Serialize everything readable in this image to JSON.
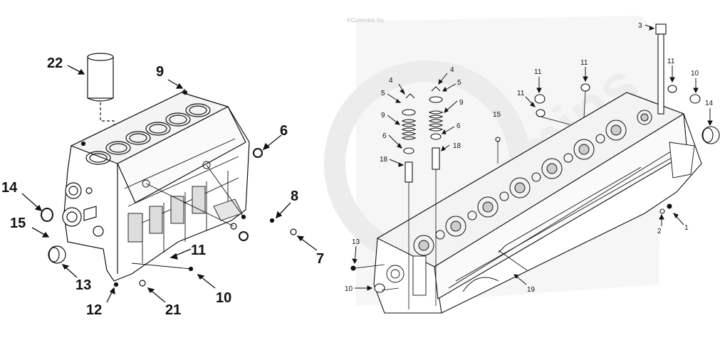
{
  "left_diagram": {
    "labels": [
      "22",
      "9",
      "6",
      "14",
      "15",
      "8",
      "7",
      "13",
      "11",
      "12",
      "21",
      "10"
    ]
  },
  "right_diagram": {
    "copyright": "©Cummins Inc",
    "watermark": "Cummins",
    "labels": [
      "3",
      "4",
      "4",
      "5",
      "5",
      "9",
      "9",
      "6",
      "6",
      "18",
      "18",
      "15",
      "11",
      "11",
      "11",
      "11",
      "10",
      "14",
      "13",
      "10",
      "19",
      "2",
      "1"
    ]
  }
}
